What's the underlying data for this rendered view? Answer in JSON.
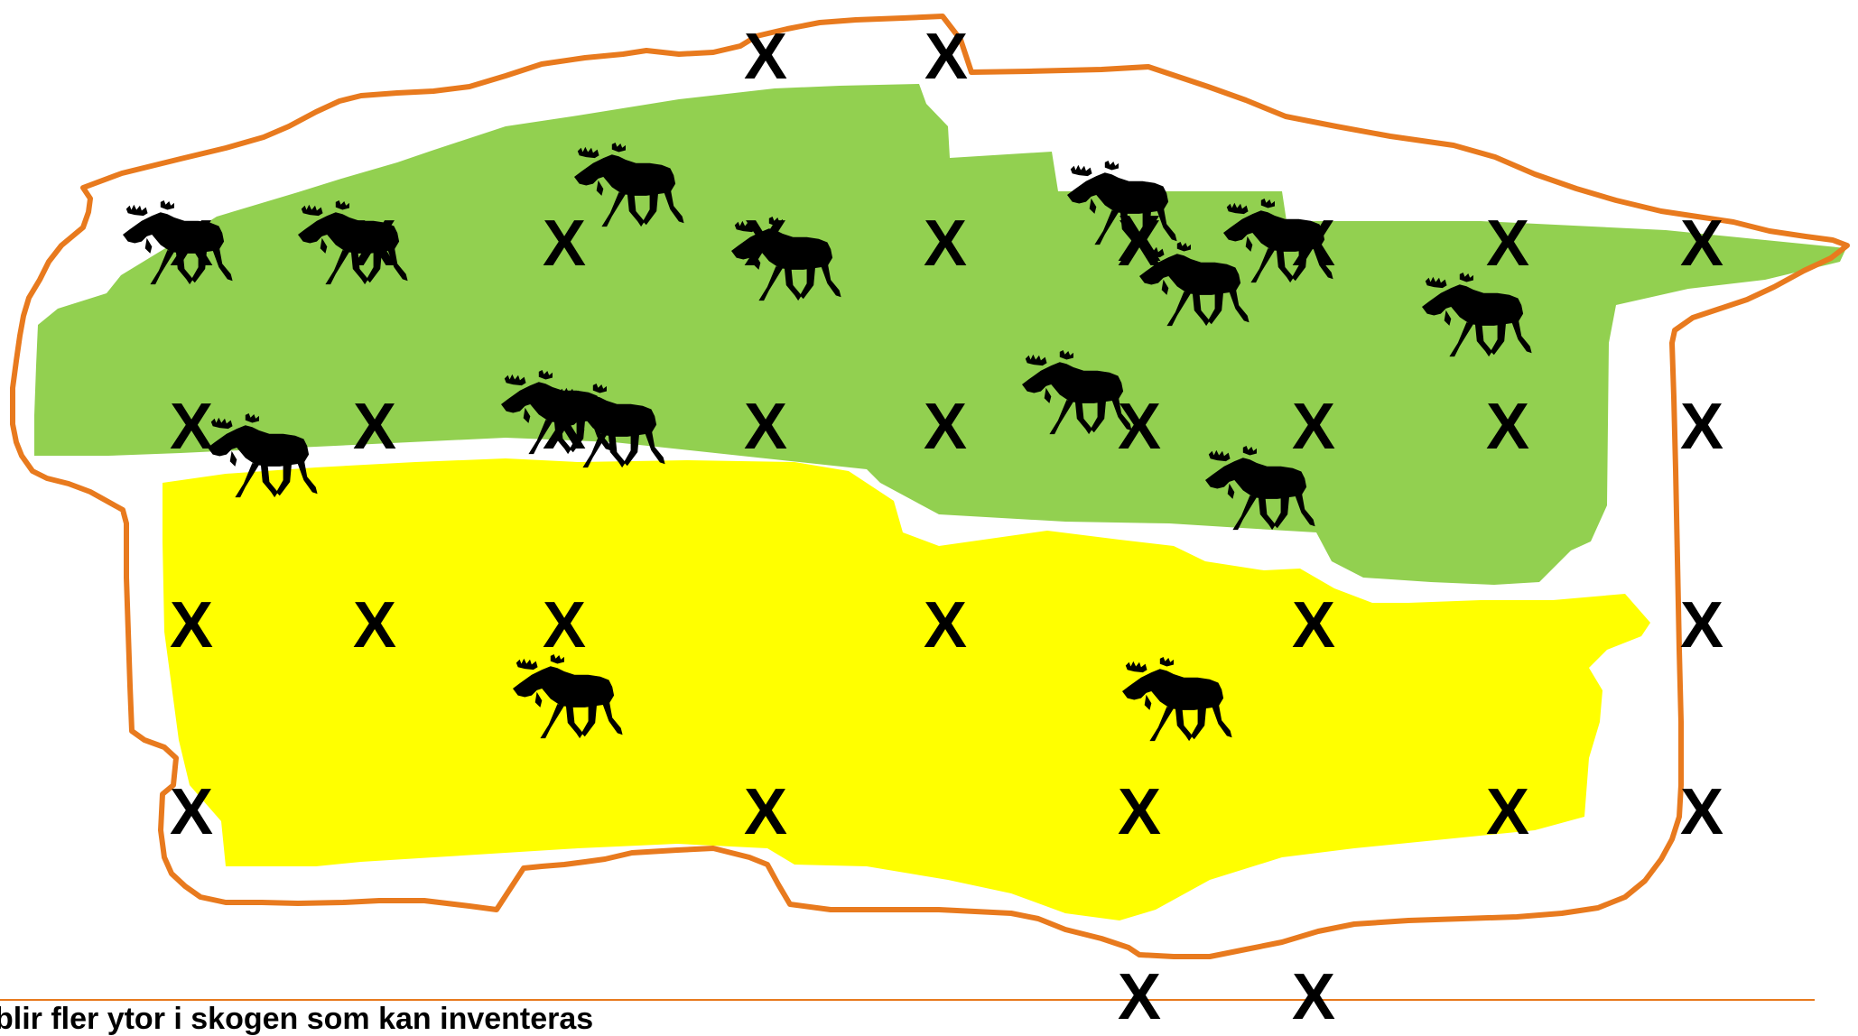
{
  "colors": {
    "forest_zone": "#92d050",
    "open_zone": "#ffff00",
    "boundary": "#e87a1e",
    "divider": "#e87a1e",
    "ink": "#000000"
  },
  "marker_label": "X",
  "icons": {
    "sample_point": "x-marker",
    "animal": "moose-icon"
  },
  "counts": {
    "markers": 34,
    "moose": 15
  },
  "caption": "blir fler ytor i skogen som kan inventeras"
}
